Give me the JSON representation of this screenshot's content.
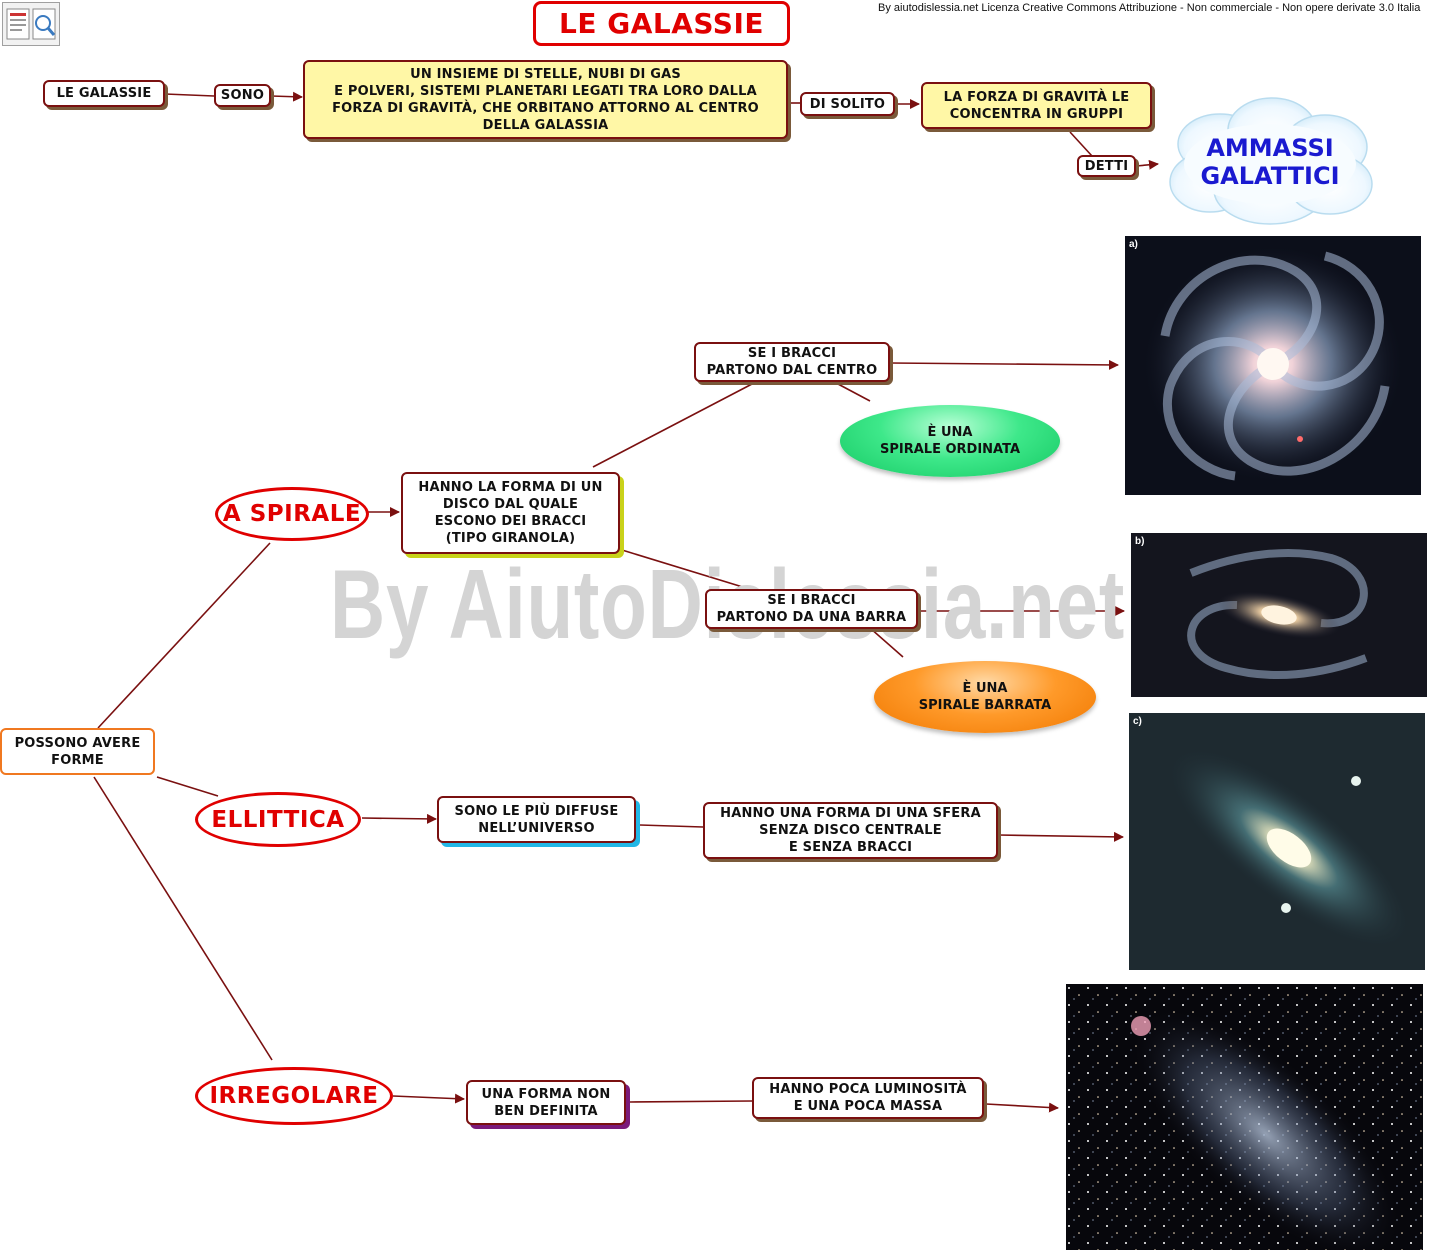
{
  "title": "LE GALASSIE",
  "license": "By aiutodislessia.net Licenza Creative Commons Attribuzione - Non commerciale - Non opere derivate 3.0 Italia",
  "watermark": "By AiutoDislessia.net",
  "top_row": {
    "subject": "LE GALASSIE",
    "link_sono": "SONO",
    "definition": "UN INSIEME DI STELLE, NUBI DI GAS\nE POLVERI, SISTEMI PLANETARI LEGATI TRA LORO DALLA\nFORZA DI GRAVITÀ, CHE ORBITANO ATTORNO AL CENTRO\nDELLA GALASSIA",
    "link_di_solito": "DI SOLITO",
    "gravity": "LA FORZA DI GRAVITÀ LE\nCONCENTRA IN GRUPPI",
    "link_detti": "DETTI",
    "clusters": "AMMASSI\nGALATTICI"
  },
  "forms_root": "POSSONO AVERE\nFORME",
  "spiral": {
    "label": "A SPIRALE",
    "description": "HANNO LA FORMA DI UN\nDISCO DAL QUALE\nESCONO DEI BRACCI\n(TIPO GIRANOLA)",
    "center_condition": "SE I BRACCI\nPARTONO DAL CENTRO",
    "center_result": "È UNA\nSPIRALE ORDINATA",
    "bar_condition": "SE I BRACCI\nPARTONO DA UNA BARRA",
    "bar_result": "È UNA\nSPIRALE BARRATA"
  },
  "elliptical": {
    "label": "ELLITTICA",
    "fact": "SONO LE PIÙ DIFFUSE\nNELL’UNIVERSO",
    "shape": "HANNO UNA FORMA DI UNA SFERA\nSENZA DISCO CENTRALE\nE SENZA BRACCI"
  },
  "irregular": {
    "label": "IRREGOLARE",
    "fact": "UNA FORMA NON\nBEN DEFINITA",
    "detail": "HANNO POCA LUMINOSITÀ\nE UNA POCA MASSA"
  },
  "photos": [
    {
      "tag": "a)",
      "subject": "spiral-galaxy"
    },
    {
      "tag": "b)",
      "subject": "barred-spiral-galaxy"
    },
    {
      "tag": "c)",
      "subject": "elliptical-galaxy"
    },
    {
      "tag": "",
      "subject": "irregular-galaxy"
    }
  ],
  "colors": {
    "line": "#7a1010",
    "accent_red": "#e00000",
    "definition_fill": "#fff7a6",
    "cloud_text": "#1a1ad0",
    "green_pill": "#16c964",
    "orange_pill": "#f07800"
  }
}
